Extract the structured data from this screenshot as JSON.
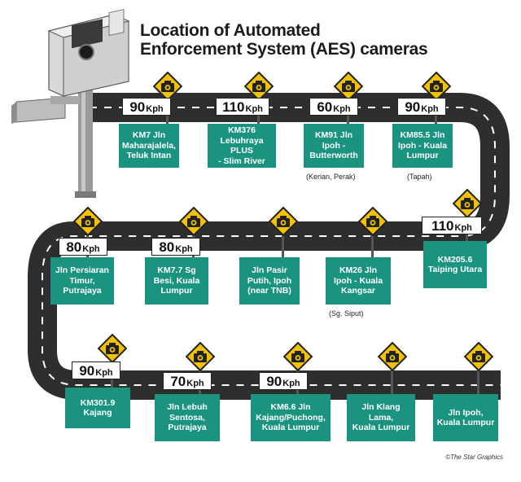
{
  "title_line1": "Location of Automated",
  "title_line2": "Enforcement System (AES) cameras",
  "unit": "Kph",
  "credit": "©The Star Graphics",
  "colors": {
    "box": "#1a9380",
    "road": "#2e2e2e",
    "sign": "#f2c200"
  },
  "icon": "speed-camera-warning-sign-icon",
  "row1": [
    {
      "speed": "90",
      "location": "KM7 Jln\nMaharajalela,\nTeluk Intan",
      "note": ""
    },
    {
      "speed": "110",
      "location": "KM376\nLebuhraya PLUS\n- Slim River",
      "note": ""
    },
    {
      "speed": "60",
      "location": "KM91 Jln\nIpoh -\nButterworth",
      "note": "(Kerian, Perak)"
    },
    {
      "speed": "90",
      "location": "KM85.5 Jln\nIpoh - Kuala\nLumpur",
      "note": "(Tapah)"
    }
  ],
  "row2": [
    {
      "speed": "80",
      "location": "Jln Persiaran\nTimur,\nPutrajaya",
      "note": ""
    },
    {
      "speed": "80",
      "location": "KM7.7 Sg\nBesi, Kuala\nLumpur",
      "note": ""
    },
    {
      "speed": "",
      "location": "Jln Pasir\nPutih, Ipoh\n(near TNB)",
      "note": ""
    },
    {
      "speed": "",
      "location": "KM26 Jln\nIpoh - Kuala\nKangsar",
      "note": "(Sg. Siput)"
    },
    {
      "speed": "110",
      "location": "KM205.6\nTaiping Utara",
      "note": ""
    }
  ],
  "row3": [
    {
      "speed": "90",
      "location": "KM301.9\nKajang",
      "note": ""
    },
    {
      "speed": "70",
      "location": "Jln Lebuh\nSentosa,\nPutrajaya",
      "note": ""
    },
    {
      "speed": "90",
      "location": "KM6.6 Jln\nKajang/Puchong,\nKuala Lumpur",
      "note": ""
    },
    {
      "speed": "",
      "location": "Jln Klang\nLama,\nKuala Lumpur",
      "note": ""
    },
    {
      "speed": "",
      "location": "Jln Ipoh,\nKuala Lumpur",
      "note": ""
    }
  ]
}
